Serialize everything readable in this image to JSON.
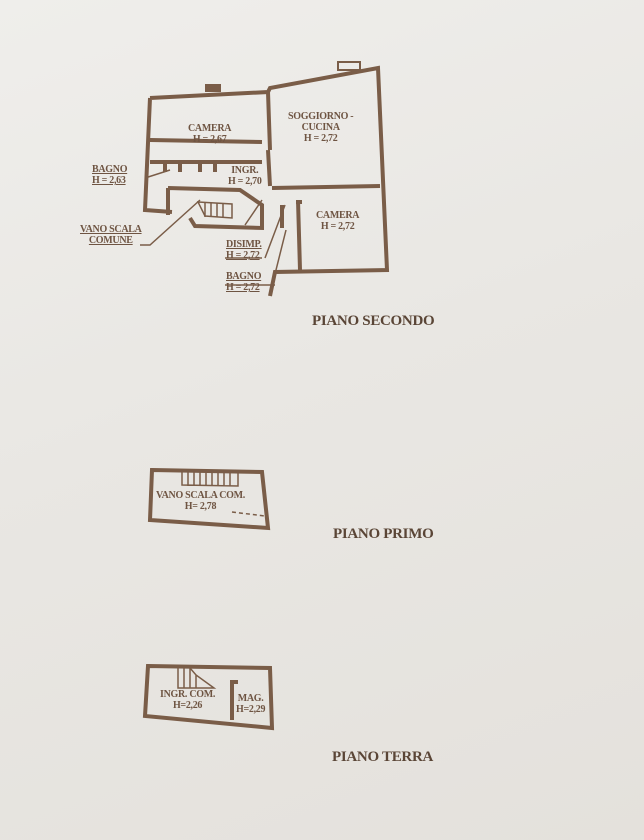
{
  "plans": [
    {
      "title": "PIANO SECONDO",
      "rooms": [
        {
          "name": "CAMERA",
          "height": "H = 2,67"
        },
        {
          "name": "SOGGIORNO -",
          "name2": "CUCINA",
          "height": "H = 2,72"
        },
        {
          "name": "BAGNO",
          "height": "H = 2,63"
        },
        {
          "name": "INGR.",
          "height": "H = 2,70"
        },
        {
          "name": "CAMERA",
          "height": "H = 2,72"
        },
        {
          "name": "VANO SCALA",
          "name2": "COMUNE"
        },
        {
          "name": "DISIMP.",
          "height": "H = 2,72"
        },
        {
          "name": "BAGNO",
          "height": "H = 2,72"
        }
      ]
    },
    {
      "title": "PIANO PRIMO",
      "rooms": [
        {
          "name": "VANO SCALA COM.",
          "height": "H= 2,78"
        }
      ]
    },
    {
      "title": "PIANO TERRA",
      "rooms": [
        {
          "name": "INGR. COM.",
          "height": "H=2,26"
        },
        {
          "name": "MAG.",
          "height": "H=2,29"
        }
      ]
    }
  ],
  "colors": {
    "ink": "#6e5442",
    "paper": "#ebe9e5"
  }
}
